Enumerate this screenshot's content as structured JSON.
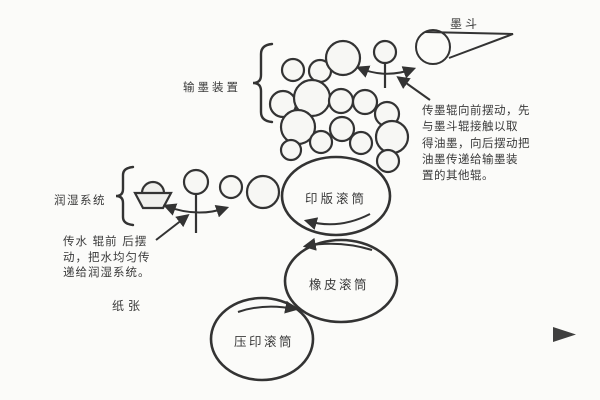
{
  "labels": {
    "ink_fountain": "墨斗",
    "inking_unit": "输墨装置",
    "dampening_system": "润湿系统",
    "plate_cylinder": "印版滚筒",
    "blanket_cylinder": "橡皮滚筒",
    "impression_cylinder": "压印滚筒",
    "paper": "纸张"
  },
  "notes": {
    "ink_ductor": {
      "lines": [
        "传墨辊向前摆动，先",
        "与墨斗辊接触以取",
        "得油墨，向后摆动把",
        "油墨传递给输墨装",
        "置的其他辊。"
      ]
    },
    "water_ductor": {
      "lines": [
        "传水 辊前 后摆",
        "动，把水均匀传",
        "递给润湿系统。"
      ]
    }
  },
  "icons": {
    "swing_double_arrow": "curved-double-headed-arrow",
    "rotation_arrow": "curved-arrow",
    "pointer_arrow": "straight-arrow",
    "brace": "{",
    "play_marker": "right-filled-triangle"
  },
  "colors": {
    "ink": "#333333",
    "text": "#3a3a3a",
    "background": "#fbfbf9",
    "roller_fill": "#f7f7f4",
    "pan_fill": "#efefec",
    "marker": "#3f3f3f"
  }
}
